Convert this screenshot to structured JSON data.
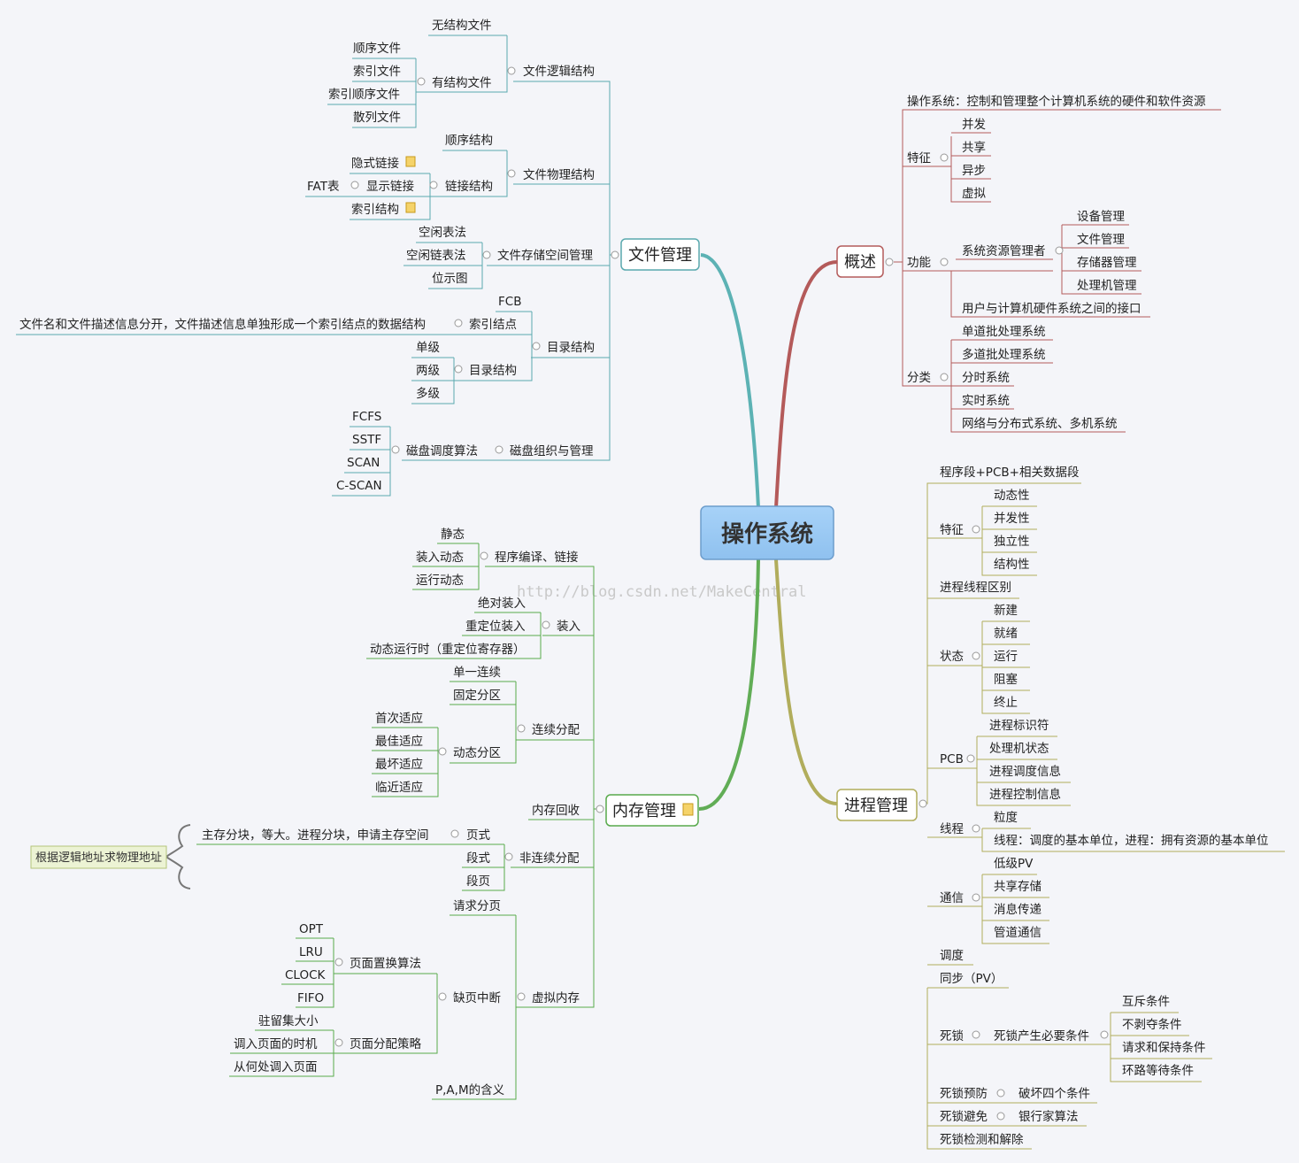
{
  "root": "操作系统",
  "watermark": "http://blog.csdn.net/MakeCentral",
  "note": "根据逻辑地址求物理地址",
  "overview": {
    "label": "概述",
    "definition": "操作系统：控制和管理整个计算机系统的硬件和软件资源",
    "features": {
      "label": "特征",
      "items": [
        "并发",
        "共享",
        "异步",
        "虚拟"
      ]
    },
    "functions": {
      "label": "功能",
      "resource_manager": {
        "label": "系统资源管理者",
        "items": [
          "设备管理",
          "文件管理",
          "存储器管理",
          "处理机管理"
        ]
      },
      "interface": "用户与计算机硬件系统之间的接口"
    },
    "classification": {
      "label": "分类",
      "items": [
        "单道批处理系统",
        "多道批处理系统",
        "分时系统",
        "实时系统",
        "网络与分布式系统、多机系统"
      ]
    }
  },
  "process": {
    "label": "进程管理",
    "composition": "程序段+PCB+相关数据段",
    "features": {
      "label": "特征",
      "items": [
        "动态性",
        "并发性",
        "独立性",
        "结构性"
      ]
    },
    "difference": "进程线程区别",
    "states": {
      "label": "状态",
      "items": [
        "新建",
        "就绪",
        "运行",
        "阻塞",
        "终止"
      ]
    },
    "pcb": {
      "label": "PCB",
      "items": [
        "进程标识符",
        "处理机状态",
        "进程调度信息",
        "进程控制信息"
      ]
    },
    "thread": {
      "label": "线程",
      "items": [
        "粒度",
        "线程：调度的基本单位，进程：拥有资源的基本单位"
      ]
    },
    "communication": {
      "label": "通信",
      "items": [
        "低级PV",
        "共享存储",
        "消息传递",
        "管道通信"
      ]
    },
    "scheduling": "调度",
    "sync": "同步（PV）",
    "deadlock": {
      "label": "死锁",
      "child": "死锁产生必要条件",
      "items": [
        "互斥条件",
        "不剥夺条件",
        "请求和保持条件",
        "环路等待条件"
      ]
    },
    "deadlock_prevent": {
      "label": "死锁预防",
      "child": "破坏四个条件"
    },
    "deadlock_avoid": {
      "label": "死锁避免",
      "child": "银行家算法"
    },
    "deadlock_detect": "死锁检测和解除"
  },
  "file": {
    "label": "文件管理",
    "logical": {
      "label": "文件逻辑结构",
      "unstructured": "无结构文件",
      "structured": {
        "label": "有结构文件",
        "items": [
          "顺序文件",
          "索引文件",
          "索引顺序文件",
          "散列文件"
        ]
      }
    },
    "physical": {
      "label": "文件物理结构",
      "sequential": "顺序结构",
      "linked": {
        "label": "链接结构",
        "implicit": "隐式链接",
        "explicit": "显示链接",
        "fat": "FAT表"
      },
      "indexed": "索引结构"
    },
    "space": {
      "label": "文件存储空间管理",
      "items": [
        "空闲表法",
        "空闲链表法",
        "位示图"
      ]
    },
    "directory": {
      "label": "目录结构",
      "index_node": {
        "label": "索引结点",
        "fcb": "FCB",
        "desc": "文件名和文件描述信息分开，文件描述信息单独形成一个索引结点的数据结构"
      },
      "dir": {
        "label": "目录结构",
        "items": [
          "单级",
          "两级",
          "多级"
        ]
      }
    },
    "disk": {
      "label": "磁盘组织与管理",
      "algo": {
        "label": "磁盘调度算法",
        "items": [
          "FCFS",
          "SSTF",
          "SCAN",
          "C-SCAN"
        ]
      }
    }
  },
  "memory": {
    "label": "内存管理",
    "compile": {
      "label": "程序编译、链接",
      "items": [
        "静态",
        "装入动态",
        "运行动态"
      ]
    },
    "loading": {
      "label": "装入",
      "items": [
        "绝对装入",
        "重定位装入",
        "动态运行时（重定位寄存器）"
      ]
    },
    "contiguous": {
      "label": "连续分配",
      "single": "单一连续",
      "fixed": "固定分区",
      "dynamic": {
        "label": "动态分区",
        "items": [
          "首次适应",
          "最佳适应",
          "最坏适应",
          "临近适应"
        ]
      }
    },
    "reclaim": "内存回收",
    "noncontiguous": {
      "label": "非连续分配",
      "paging": {
        "label": "页式",
        "desc": "主存分块，等大。进程分块，申请主存空间"
      },
      "segment": "段式",
      "segpage": "段页"
    },
    "virtual": {
      "label": "虚拟内存",
      "demand": "请求分页",
      "fault": {
        "label": "缺页中断",
        "replace": {
          "label": "页面置换算法",
          "items": [
            "OPT",
            "LRU",
            "CLOCK",
            "FIFO"
          ]
        },
        "alloc": {
          "label": "页面分配策略",
          "items": [
            "驻留集大小",
            "调入页面的时机",
            "从何处调入页面"
          ]
        }
      },
      "pam": "P,A,M的含义"
    }
  }
}
